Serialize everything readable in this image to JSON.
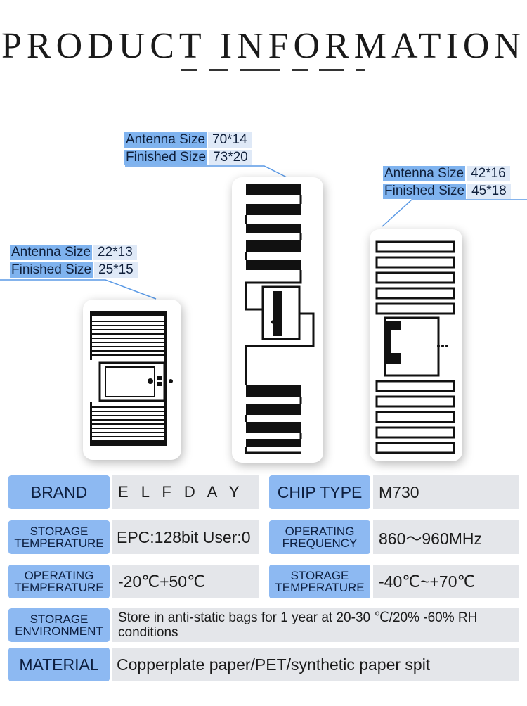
{
  "title": "PRODUCT INFORMATION",
  "tags": [
    {
      "antenna_label": "Antenna Size",
      "antenna_value": "22*13",
      "finished_label": "Finished Size",
      "finished_value": "25*15"
    },
    {
      "antenna_label": "Antenna Size",
      "antenna_value": "70*14",
      "finished_label": "Finished Size",
      "finished_value": "73*20"
    },
    {
      "antenna_label": "Antenna Size",
      "antenna_value": "42*16",
      "finished_label": "Finished Size",
      "finished_value": "45*18"
    }
  ],
  "specs": {
    "brand_label": "BRAND",
    "brand_value": "E L F D A Y",
    "chip_label": "CHIP TYPE",
    "chip_value": "M730",
    "storage_temp_label_1": "STORAGE",
    "storage_temp_label_2": "TEMPERATURE",
    "storage_temp_value": "EPC:128bit User:0",
    "op_freq_label_1": "OPERATING",
    "op_freq_label_2": "FREQUENCY",
    "op_freq_value": "860～960MHz",
    "op_temp_label_1": "OPERATING",
    "op_temp_label_2": "TEMPERATURE",
    "op_temp_value": "-20℃+50℃",
    "storage_temp2_label_1": "STORAGE",
    "storage_temp2_label_2": "TEMPERATURE",
    "storage_temp2_value": "-40℃~+70℃",
    "storage_env_label_1": "STORAGE",
    "storage_env_label_2": "ENVIRONMENT",
    "storage_env_value": "Store in anti-static bags for 1 year at 20-30 ℃/20% -60% RH conditions",
    "material_label": "MATERIAL",
    "material_value": "Copperplate paper/PET/synthetic paper spit"
  },
  "colors": {
    "key_bg": "#8db9f2",
    "value_bg": "#e4e6ea",
    "label_key_bg": "#7fb3ef",
    "label_val_bg": "#dfe9f7",
    "leader_line": "#5b9ae6"
  }
}
